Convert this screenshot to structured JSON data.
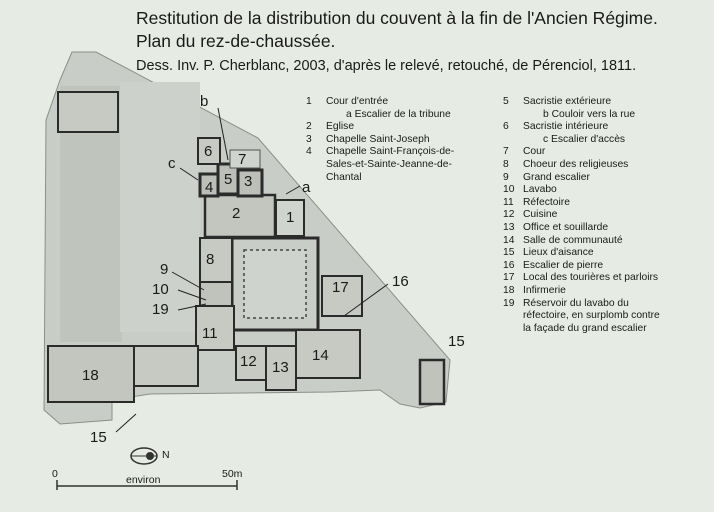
{
  "header": {
    "title_line1": "Restitution de la distribution du couvent à la fin de l'Ancien Régime.",
    "title_line2": "Plan du rez-de-chaussée.",
    "credit": "Dess. Inv. P. Cherblanc, 2003, d'après le relevé, retouché, de Pérenciol, 1811."
  },
  "legend_left": [
    {
      "num": "1",
      "text": "Cour d'entrée"
    },
    {
      "num": "",
      "text": "a  Escalier de la tribune",
      "sub": true
    },
    {
      "num": "2",
      "text": "Eglise"
    },
    {
      "num": "3",
      "text": "Chapelle Saint-Joseph"
    },
    {
      "num": "4",
      "text": "Chapelle Saint-François-de-"
    },
    {
      "num": "",
      "text": "Sales-et-Sainte-Jeanne-de-"
    },
    {
      "num": "",
      "text": "Chantal"
    }
  ],
  "legend_right": [
    {
      "num": "5",
      "text": "Sacristie extérieure"
    },
    {
      "num": "",
      "text": "b  Couloir vers la rue",
      "sub": true
    },
    {
      "num": "6",
      "text": "Sacristie intérieure"
    },
    {
      "num": "",
      "text": "c  Escalier d'accès",
      "sub": true
    },
    {
      "num": "7",
      "text": "Cour"
    },
    {
      "num": "8",
      "text": "Choeur des religieuses"
    },
    {
      "num": "9",
      "text": "Grand escalier"
    },
    {
      "num": "10",
      "text": "Lavabo"
    },
    {
      "num": "11",
      "text": "Réfectoire"
    },
    {
      "num": "12",
      "text": "Cuisine"
    },
    {
      "num": "13",
      "text": "Office et souillarde"
    },
    {
      "num": "14",
      "text": "Salle de communauté"
    },
    {
      "num": "15",
      "text": "Lieux d'aisance"
    },
    {
      "num": "16",
      "text": "Escalier de pierre"
    },
    {
      "num": "17",
      "text": "Local des tourières et parloirs"
    },
    {
      "num": "18",
      "text": "Infirmerie"
    },
    {
      "num": "19",
      "text": "Réservoir du lavabo du"
    },
    {
      "num": "",
      "text": "réfectoire, en surplomb contre"
    },
    {
      "num": "",
      "text": "la façade du grand escalier"
    }
  ],
  "plan_labels": {
    "n1": "1",
    "n2": "2",
    "n3": "3",
    "n4": "4",
    "n5": "5",
    "n6": "6",
    "n7": "7",
    "n8": "8",
    "n9": "9",
    "n10": "10",
    "n11": "11",
    "n12": "12",
    "n13": "13",
    "n14": "14",
    "n15a": "15",
    "n15b": "15",
    "n16": "16",
    "n17": "17",
    "n18": "18",
    "n19": "19",
    "a": "a",
    "b": "b",
    "c": "c"
  },
  "scale": {
    "zero": "0",
    "end": "50m",
    "caption": "environ"
  },
  "compass": {
    "letter": "N"
  },
  "colors": {
    "background": "#e6ece3",
    "plan_fill": "#c9cdc7",
    "wall": "#2b2b2b",
    "line": "#3a3a3a"
  }
}
